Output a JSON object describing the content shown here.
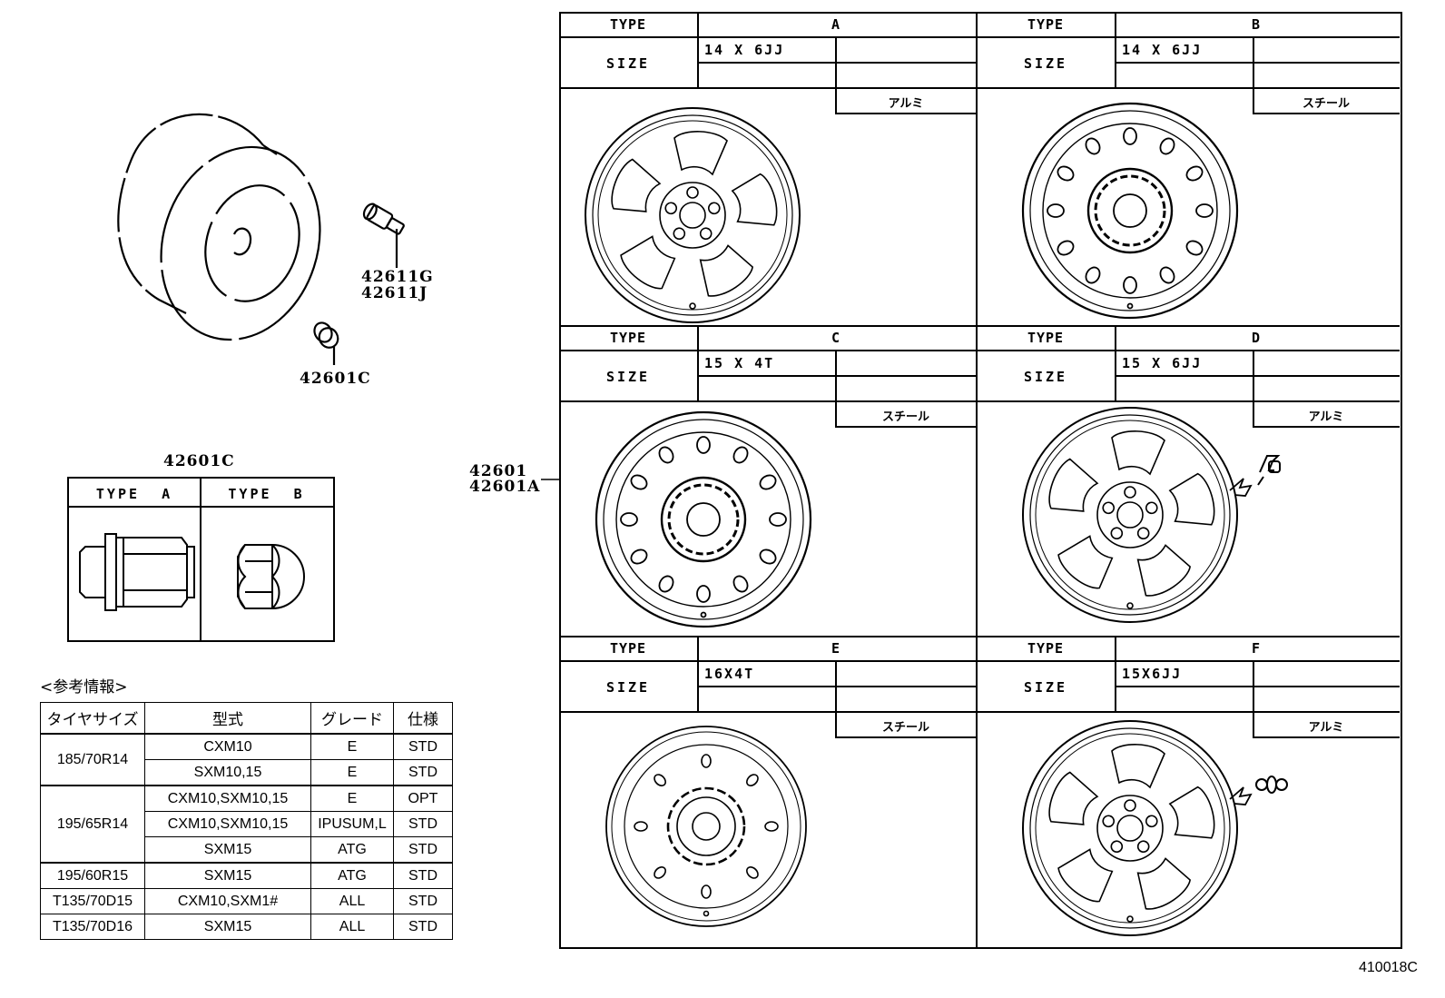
{
  "diagram": {
    "figure_code": "410018C",
    "part_labels": {
      "valve_1": "42611G",
      "valve_2": "42611J",
      "nut": "42601C",
      "nut_box_title": "42601C",
      "wheel_1": "42601",
      "wheel_2": "42601A"
    },
    "nut_types": [
      {
        "label": "TYPE  A"
      },
      {
        "label": "TYPE  B"
      }
    ],
    "wheel_panels": [
      {
        "type_label": "TYPE",
        "type": "A",
        "size_label": "SIZE",
        "size": "14 X 6JJ",
        "material": "アルミ",
        "style": "alloy-5spoke"
      },
      {
        "type_label": "TYPE",
        "type": "B",
        "size_label": "SIZE",
        "size": "14 X 6JJ",
        "material": "スチール",
        "style": "steel"
      },
      {
        "type_label": "TYPE",
        "type": "C",
        "size_label": "SIZE",
        "size": "15 X 4T",
        "material": "スチール",
        "style": "steel-spare"
      },
      {
        "type_label": "TYPE",
        "type": "D",
        "size_label": "SIZE",
        "size": "15 X 6JJ",
        "material": "アルミ",
        "style": "alloy-5spoke",
        "marker": "key-icon"
      },
      {
        "type_label": "TYPE",
        "type": "E",
        "size_label": "SIZE",
        "size": "16X4T",
        "material": "スチール",
        "style": "steel-spare"
      },
      {
        "type_label": "TYPE",
        "type": "F",
        "size_label": "SIZE",
        "size": "15X6JJ",
        "material": "アルミ",
        "style": "alloy-5spoke",
        "marker": "nut-icon"
      }
    ],
    "reference": {
      "title": "<参考情報>",
      "headers": [
        "タイヤサイズ",
        "型式",
        "グレード",
        "仕様"
      ],
      "groups": [
        {
          "tire": "185/70R14",
          "rows": [
            {
              "model": "CXM10",
              "grade": "E",
              "spec": "STD"
            },
            {
              "model": "SXM10,15",
              "grade": "E",
              "spec": "STD"
            }
          ]
        },
        {
          "tire": "195/65R14",
          "rows": [
            {
              "model": "CXM10,SXM10,15",
              "grade": "E",
              "spec": "OPT"
            },
            {
              "model": "CXM10,SXM10,15",
              "grade": "IPUSUM,L",
              "spec": "STD"
            },
            {
              "model": "SXM15",
              "grade": "ATG",
              "spec": "STD"
            }
          ]
        },
        {
          "tire": "195/60R15",
          "rows": [
            {
              "model": "SXM15",
              "grade": "ATG",
              "spec": "STD"
            }
          ]
        },
        {
          "tire": "T135/70D15",
          "rows": [
            {
              "model": "CXM10,SXM1#",
              "grade": "ALL",
              "spec": "STD"
            }
          ]
        },
        {
          "tire": "T135/70D16",
          "rows": [
            {
              "model": "SXM15",
              "grade": "ALL",
              "spec": "STD"
            }
          ]
        }
      ]
    }
  }
}
